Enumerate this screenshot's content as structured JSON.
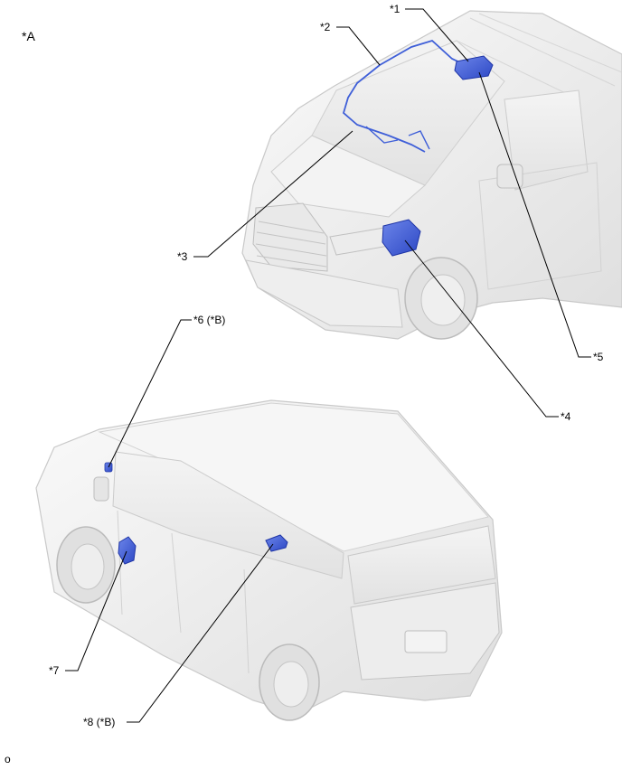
{
  "figure_label": "*A",
  "callouts": {
    "c1": "*1",
    "c2": "*2",
    "c3": "*3",
    "c4": "*4",
    "c5": "*5",
    "c6": "*6 (*B)",
    "c7": "*7",
    "c8": "*8 (*B)"
  },
  "footer_id": "o",
  "colors": {
    "highlight_part": "#3f5fd8",
    "vehicle_body": "#f1f1f1",
    "vehicle_outline": "#c9c9c9",
    "leader_line": "#000000"
  }
}
